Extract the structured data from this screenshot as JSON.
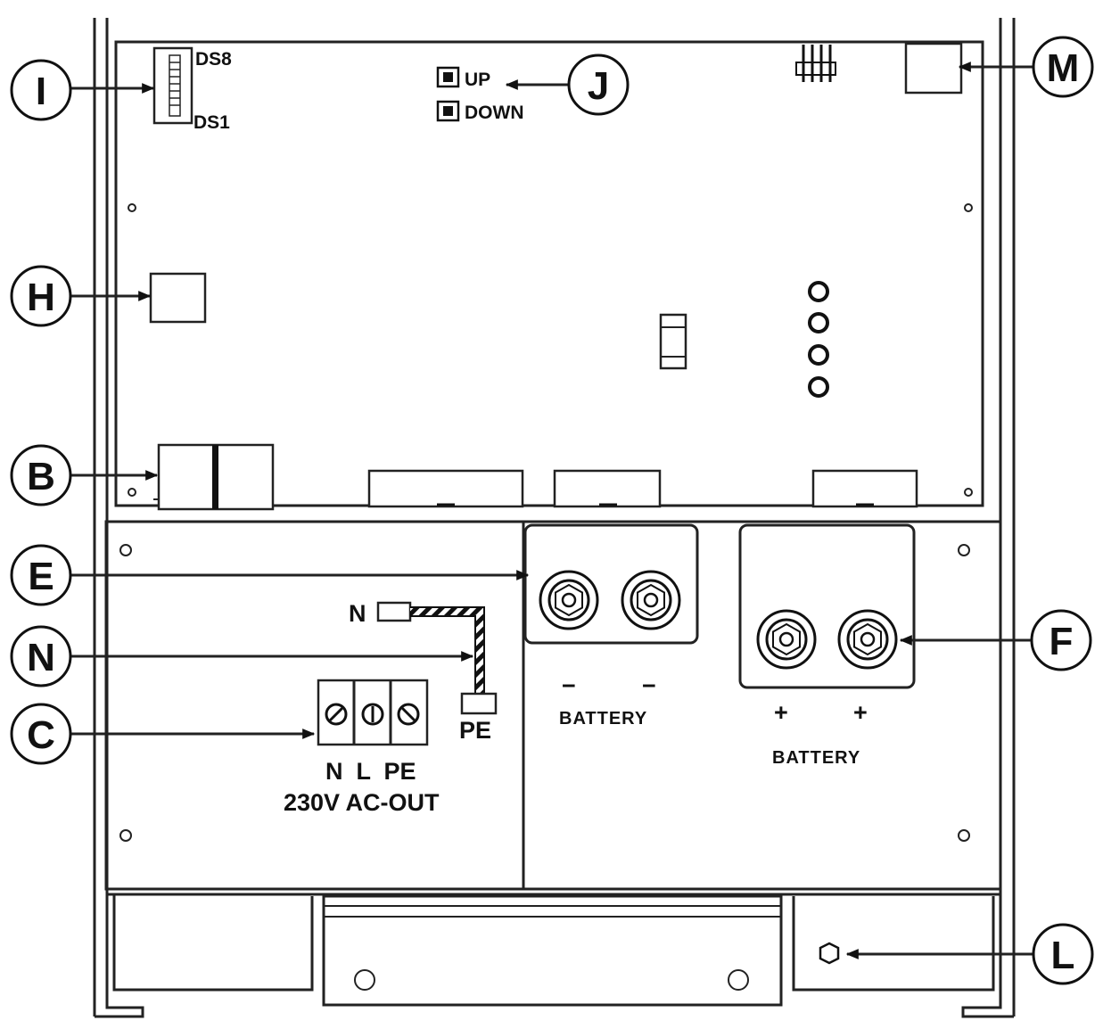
{
  "callouts": {
    "I": "I",
    "J": "J",
    "M": "M",
    "H": "H",
    "B": "B",
    "E": "E",
    "N": "N",
    "C": "C",
    "F": "F",
    "L": "L"
  },
  "board": {
    "dip_top": "DS8",
    "dip_bottom": "DS1",
    "button_up": "UP",
    "button_down": "DOWN"
  },
  "terminals": {
    "neutral_wire": "N",
    "pe_wire": "PE",
    "block_labels": "N  L  PE",
    "block_caption": "230V AC-OUT"
  },
  "battery": {
    "neg_sign_1": "−",
    "neg_sign_2": "−",
    "neg_label": "BATTERY",
    "pos_sign_1": "+",
    "pos_sign_2": "+",
    "pos_label": "BATTERY"
  }
}
